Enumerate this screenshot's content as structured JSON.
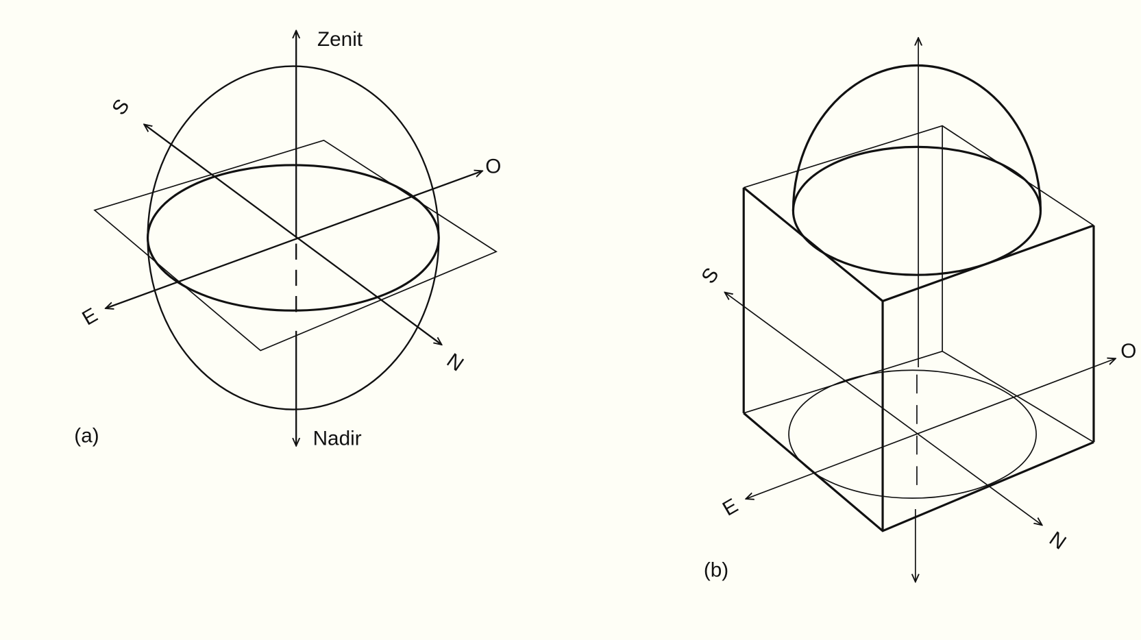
{
  "figure_a": {
    "label": "(a)",
    "zenith": "Zenit",
    "nadir": "Nadir",
    "south": "S",
    "north": "N",
    "east": "E",
    "west": "O"
  },
  "figure_b": {
    "label": "(b)",
    "south": "S",
    "north": "N",
    "east": "E",
    "west": "O"
  }
}
